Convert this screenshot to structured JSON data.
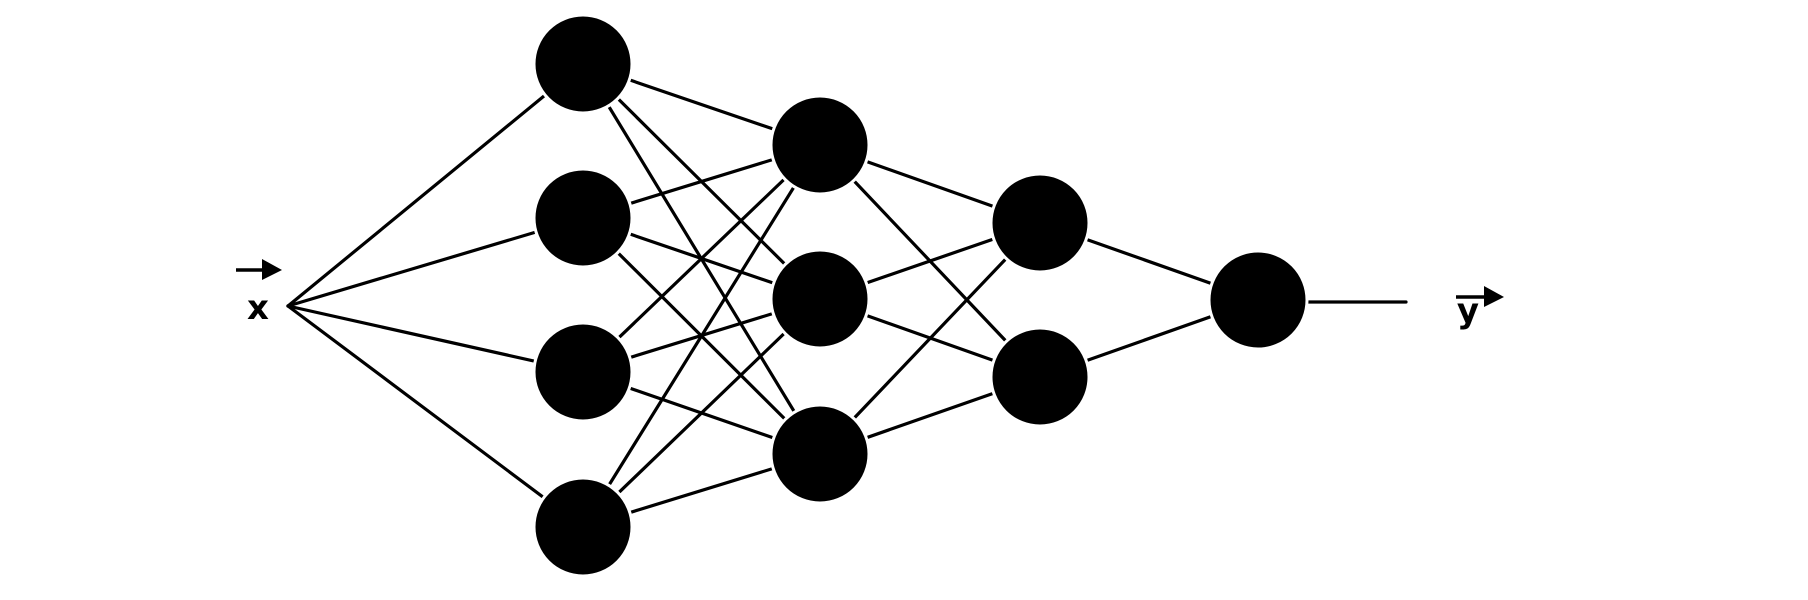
{
  "labels": {
    "input": "x",
    "output": "y"
  },
  "colors": {
    "ink": "#000000",
    "background": "#ffffff"
  },
  "network": {
    "layers": [
      4,
      3,
      2,
      1
    ],
    "connectivity": "fully-connected",
    "input_fan_out": "all-first-layer-neurons"
  }
}
